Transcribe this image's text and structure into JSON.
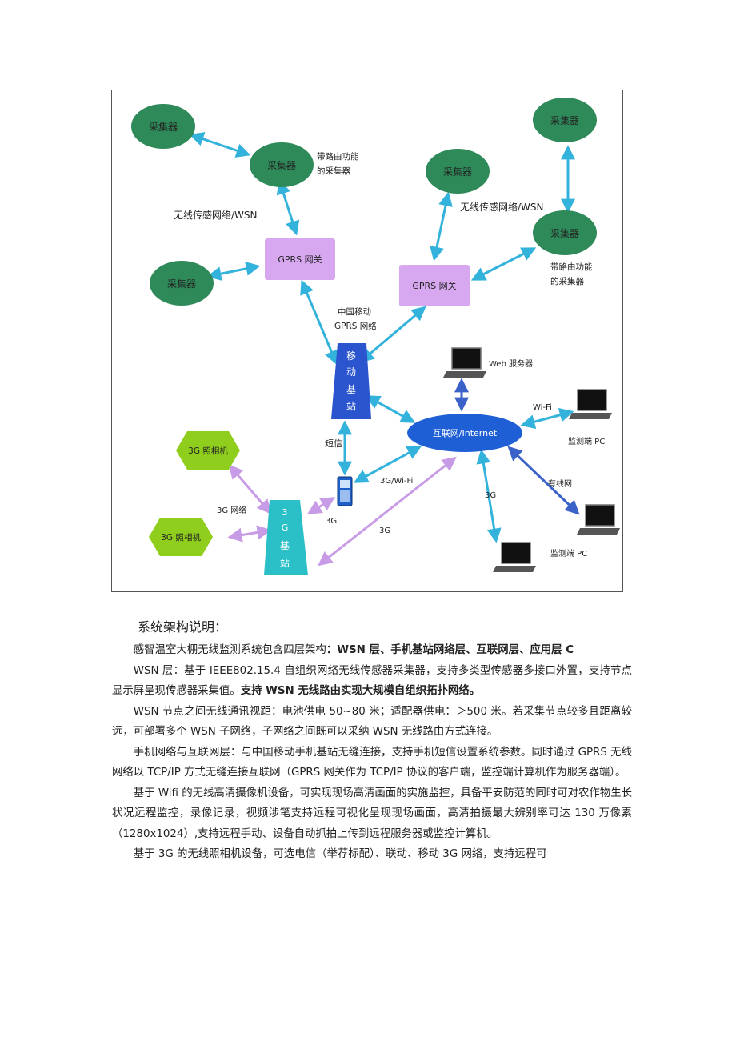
{
  "diagram": {
    "collector": "采集器",
    "routing_collector_line1": "带路由功能",
    "routing_collector_line2": "的采集器",
    "wsn_label": "无线传感网络/WSN",
    "gprs_gateway": "GPRS 网关",
    "china_mobile_line1": "中国移动",
    "china_mobile_line2": "GPRS 网络",
    "mobile_station_chars": [
      "移",
      "动",
      "基",
      "站"
    ],
    "internet": "互联网/Internet",
    "web_server": "Web 服务器",
    "wifi": "Wi-Fi",
    "monitor_pc": "监测端 PC",
    "wired_net": "有线网",
    "sms": "短信",
    "g3_wifi": "3G/Wi-Fi",
    "g3": "3G",
    "g3_network": "3G 网络",
    "g3_camera": "3G 照相机",
    "g3_station_chars": [
      "3",
      "G",
      "基",
      "站"
    ],
    "colors": {
      "collector_fill": "#2f8a5a",
      "gateway_fill": "#d7a8f0",
      "mobile_station_fill": "#2b55cf",
      "internet_fill": "#1f5fd6",
      "camera_fill": "#8fce1d",
      "g3_station_fill": "#2bbfc7",
      "arrow_cyan": "#33b2dc",
      "arrow_purple": "#c79be6",
      "arrow_blue": "#3b62c9"
    }
  },
  "text": {
    "section_title": "系统架构说明：",
    "p1_normal": "感智温室大棚无线监测系统包含四层架构",
    "p1_bold": "：WSN 层、手机基站网络层、互联网层、应用层 C",
    "p2_normal": "WSN 层：基于 IEEE802.15.4 自组织网络无线传感器采集器，支持多类型传感器多接口外置，支持节点显示屏呈现传感器采集值。",
    "p2_bold": "支持 WSN 无线路由实现大规模自组织拓扑网络。",
    "p3": "WSN 节点之间无线通讯视距：电池供电 50~80 米；适配器供电：＞500 米。若采集节点较多且距离较远，可部署多个 WSN 子网络，子网络之间既可以采纳 WSN 无线路由方式连接。",
    "p4": "手机网络与互联网层：与中国移动手机基站无缝连接，支持手机短信设置系统参数。同时通过 GPRS 无线网络以 TCP/IP 方式无缝连接互联网（GPRS 网关作为 TCP/IP 协议的客户端，监控端计算机作为服务器端）。",
    "p5": "基于 Wifi 的无线高清摄像机设备，可实现现场高清画面的实施监控，具备平安防范的同时可对农作物生长状况远程监控，录像记录，视频涉笔支持远程可视化呈现现场画面，高清拍摄最大辨别率可达 130 万像素（1280x1024）,支持远程手动、设备自动抓拍上传到远程服务器或监控计算机。",
    "p6": "基于 3G 的无线照相机设备，可选电信（举荐标配）、联动、移动 3G 网络，支持远程可"
  }
}
